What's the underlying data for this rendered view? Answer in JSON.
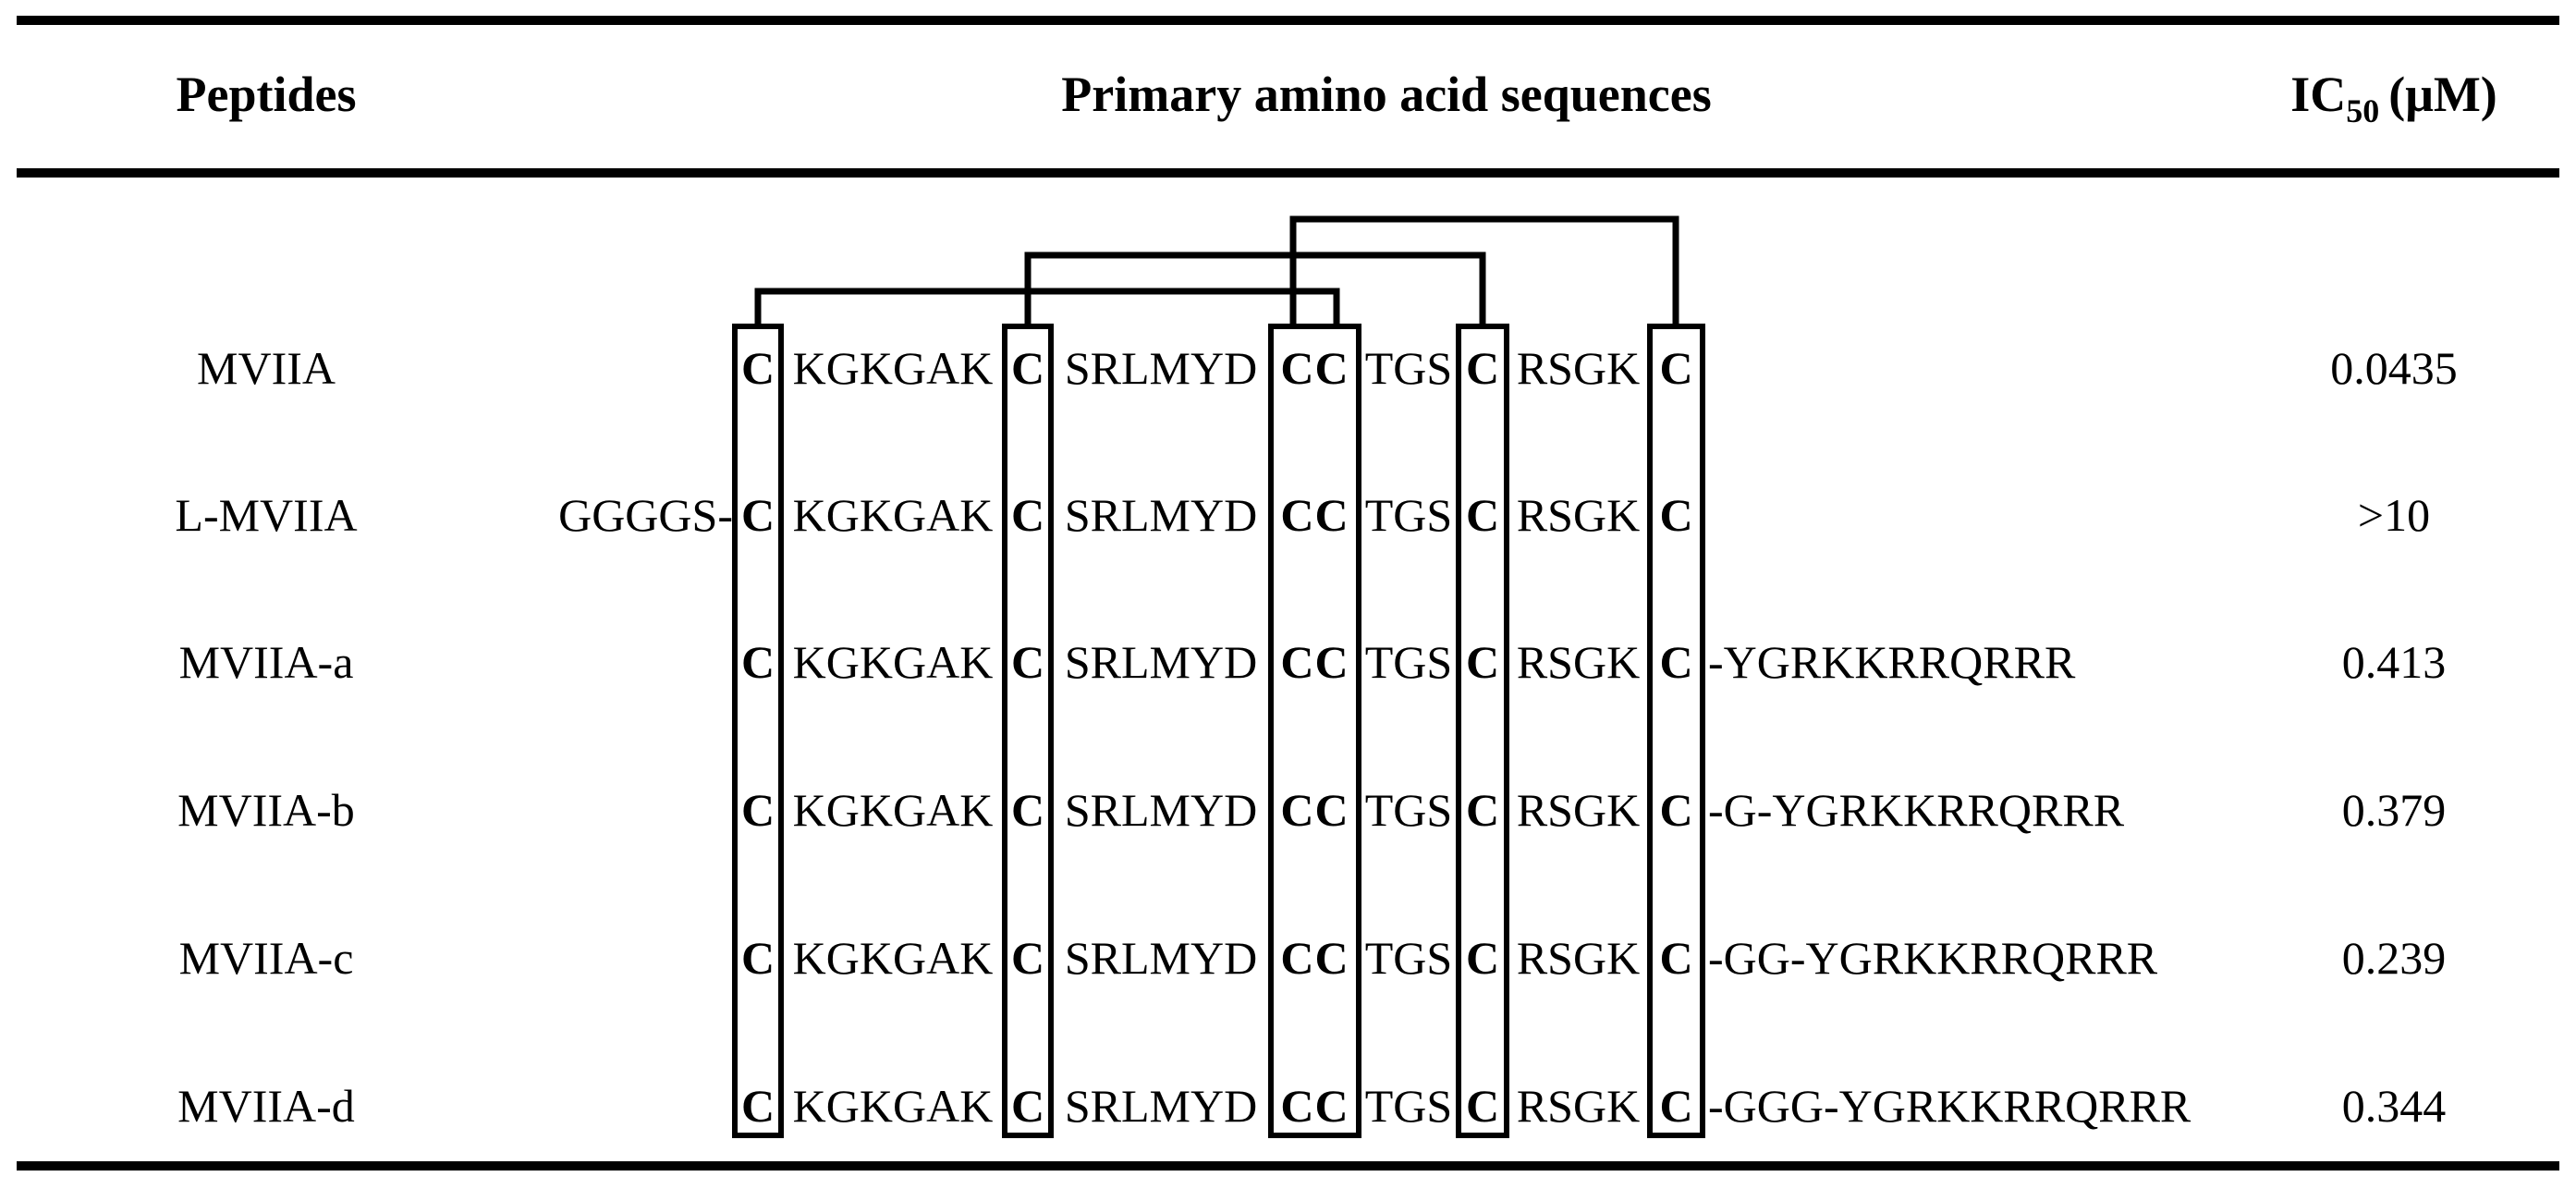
{
  "header": {
    "peptides": "Peptides",
    "sequences": "Primary amino acid sequences",
    "ic50_base": "IC",
    "ic50_sub": "50",
    "ic50_unit": "(μM)"
  },
  "sequence_core": {
    "c1": "C",
    "seg1": "KGKGAK",
    "c2": "C",
    "seg2": "SRLMYD",
    "c3": "CC",
    "seg3": "TGS",
    "c4": "C",
    "seg4": "RSGK",
    "c5": "C"
  },
  "disulfide_bonds": [
    {
      "from": "Cys1",
      "to": "Cys16"
    },
    {
      "from": "Cys8",
      "to": "Cys20"
    },
    {
      "from": "Cys15",
      "to": "Cys25"
    }
  ],
  "rows": [
    {
      "name": "MVIIA",
      "prefix": "",
      "suffix": "",
      "ic50": "0.0435"
    },
    {
      "name": "L-MVIIA",
      "prefix": "GGGGS-",
      "suffix": "",
      "ic50": ">10"
    },
    {
      "name": "MVIIA-a",
      "prefix": "",
      "suffix": "-YGRKKRRQRRR",
      "ic50": "0.413"
    },
    {
      "name": "MVIIA-b",
      "prefix": "",
      "suffix": "-G-YGRKKRRQRRR",
      "ic50": "0.379"
    },
    {
      "name": "MVIIA-c",
      "prefix": "",
      "suffix": "-GG-YGRKKRRQRRR",
      "ic50": "0.239"
    },
    {
      "name": "MVIIA-d",
      "prefix": "",
      "suffix": "-GGG-YGRKKRRQRRR",
      "ic50": "0.344"
    }
  ]
}
